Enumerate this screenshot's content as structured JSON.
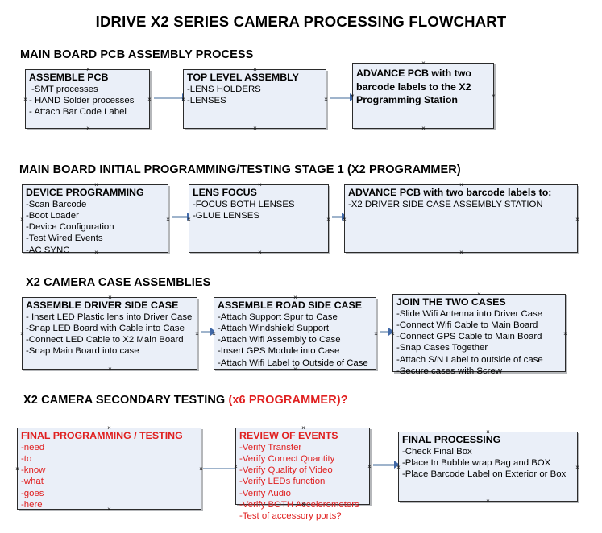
{
  "document": {
    "title": "IDRIVE X2  SERIES CAMERA PROCESSING FLOWCHART"
  },
  "colors": {
    "box_fill": "#eaeff8",
    "box_border": "#2b2b2b",
    "connector": "#9fb4cc",
    "arrowhead": "#4169a8",
    "red_text": "#e02020",
    "black_text": "#000000"
  },
  "sections": [
    {
      "heading": "MAIN BOARD PCB ASSEMBLY PROCESS",
      "heading_red": "",
      "boxes": [
        {
          "title": "ASSEMBLE PCB",
          "lines": [
            "-SMT processes",
            "- HAND Solder processes",
            "- Attach Bar Code Label"
          ]
        },
        {
          "title": "TOP LEVEL ASSEMBLY",
          "lines": [
            "-LENS HOLDERS",
            "-LENSES"
          ]
        },
        {
          "title": "ADVANCE PCB with two barcode labels to the  X2 Programming Station",
          "lines": []
        }
      ]
    },
    {
      "heading": "MAIN BOARD INITIAL PROGRAMMING/TESTING STAGE 1 (X2 PROGRAMMER)",
      "heading_red": "",
      "boxes": [
        {
          "title": "DEVICE PROGRAMMING",
          "lines": [
            "-Scan Barcode",
            "-Boot Loader",
            "-Device Configuration",
            "-Test Wired Events",
            "-AC SYNC"
          ]
        },
        {
          "title": "LENS FOCUS",
          "lines": [
            "-FOCUS BOTH LENSES",
            "-GLUE LENSES"
          ]
        },
        {
          "title": "ADVANCE PCB with two barcode labels to:",
          "lines": [
            "-X2 DRIVER  SIDE  CASE  ASSEMBLY STATION"
          ]
        }
      ]
    },
    {
      "heading": "X2 CAMERA CASE ASSEMBLIES",
      "heading_red": "",
      "boxes": [
        {
          "title": "ASSEMBLE DRIVER SIDE CASE",
          "lines": [
            "- Insert LED Plastic lens into Driver Case",
            "-Snap LED Board with Cable into Case",
            "-Connect LED Cable to X2 Main Board",
            "-Snap Main Board into case"
          ]
        },
        {
          "title": "ASSEMBLE ROAD SIDE CASE",
          "lines": [
            "-Attach Support Spur to Case",
            "-Attach Windshield Support",
            "-Attach Wifi Assembly to Case",
            "-Insert GPS Module into Case",
            "-Attach Wifi Label to Outside of Case"
          ]
        },
        {
          "title": "JOIN THE TWO CASES",
          "lines": [
            "-Slide Wifi Antenna into Driver Case",
            "-Connect Wifi Cable to Main Board",
            "-Connect GPS Cable to Main Board",
            "-Snap Cases Together",
            "-Attach S/N Label to outside of case",
            "-Secure cases with Screw"
          ]
        }
      ]
    },
    {
      "heading": "X2 CAMERA SECONDARY TESTING ",
      "heading_red": "(x6 PROGRAMMER)?",
      "boxes": [
        {
          "title": "FINAL PROGRAMMING / TESTING",
          "lines": [
            "-need",
            "-to",
            "-know",
            "-what",
            "-goes",
            "-here"
          ]
        },
        {
          "title": "REVIEW OF EVENTS",
          "lines": [
            "-Verify Transfer",
            "-Verify Correct Quantity",
            "-Verify Quality of Video",
            "-Verify LEDs function",
            "-Verify Audio",
            "-Verify BOTH Accelerometers",
            "-Test of accessory ports?"
          ]
        },
        {
          "title": "FINAL PROCESSING",
          "lines": [
            " -Check Final Box",
            "-Place In Bubble wrap Bag and BOX",
            "-Place Barcode Label on Exterior or Box"
          ]
        }
      ]
    }
  ]
}
